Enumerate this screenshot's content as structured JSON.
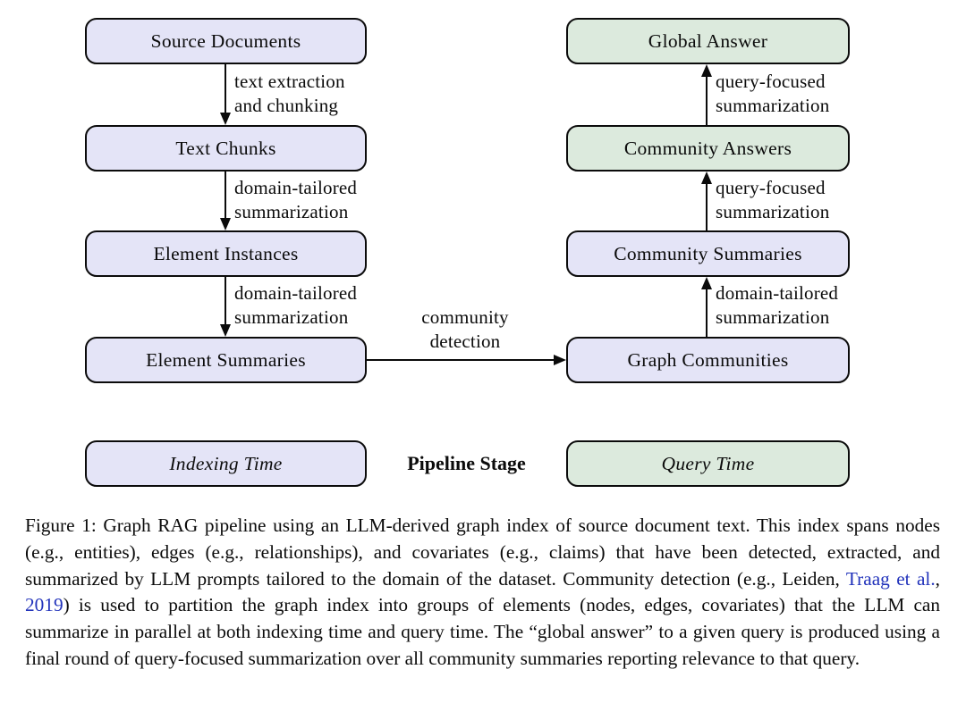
{
  "figure": {
    "nodes": [
      {
        "label": "Source Documents",
        "stage": "indexing"
      },
      {
        "label": "Text Chunks",
        "stage": "indexing"
      },
      {
        "label": "Element Instances",
        "stage": "indexing"
      },
      {
        "label": "Element Summaries",
        "stage": "indexing"
      },
      {
        "label": "Global Answer",
        "stage": "query"
      },
      {
        "label": "Community Answers",
        "stage": "query"
      },
      {
        "label": "Community Summaries",
        "stage": "indexing"
      },
      {
        "label": "Graph Communities",
        "stage": "indexing"
      }
    ],
    "edges": [
      {
        "from": "Source Documents",
        "to": "Text Chunks",
        "label": "text extraction\nand chunking"
      },
      {
        "from": "Text Chunks",
        "to": "Element Instances",
        "label": "domain-tailored\nsummarization"
      },
      {
        "from": "Element Instances",
        "to": "Element Summaries",
        "label": "domain-tailored\nsummarization"
      },
      {
        "from": "Element Summaries",
        "to": "Graph Communities",
        "label": "community\ndetection"
      },
      {
        "from": "Graph Communities",
        "to": "Community Summaries",
        "label": "domain-tailored\nsummarization"
      },
      {
        "from": "Community Summaries",
        "to": "Community Answers",
        "label": "query-focused\nsummarization"
      },
      {
        "from": "Community Answers",
        "to": "Global Answer",
        "label": "query-focused\nsummarization"
      }
    ],
    "legend": {
      "indexing_label": "Indexing Time",
      "stage_label": "Pipeline Stage",
      "query_label": "Query Time"
    },
    "colors": {
      "indexing_fill": "#e4e4f7",
      "query_fill": "#dceadd",
      "border": "#0b0b0b",
      "link_blue": "#2233bb"
    }
  },
  "caption": {
    "pre_citation": "Figure 1: Graph RAG pipeline using an LLM-derived graph index of source document text. This index spans nodes (e.g., entities), edges (e.g., relationships), and covariates (e.g., claims) that have been detected, extracted, and summarized by LLM prompts tailored to the domain of the dataset. Community detection (e.g., Leiden, ",
    "citation_authors": "Traag et al.",
    "citation_sep": ", ",
    "citation_year": "2019",
    "post_citation": ") is used to partition the graph index into groups of elements (nodes, edges, covariates) that the LLM can summarize in parallel at both indexing time and query time. The “global answer” to a given query is produced using a final round of query-focused summarization over all community summaries reporting relevance to that query."
  }
}
